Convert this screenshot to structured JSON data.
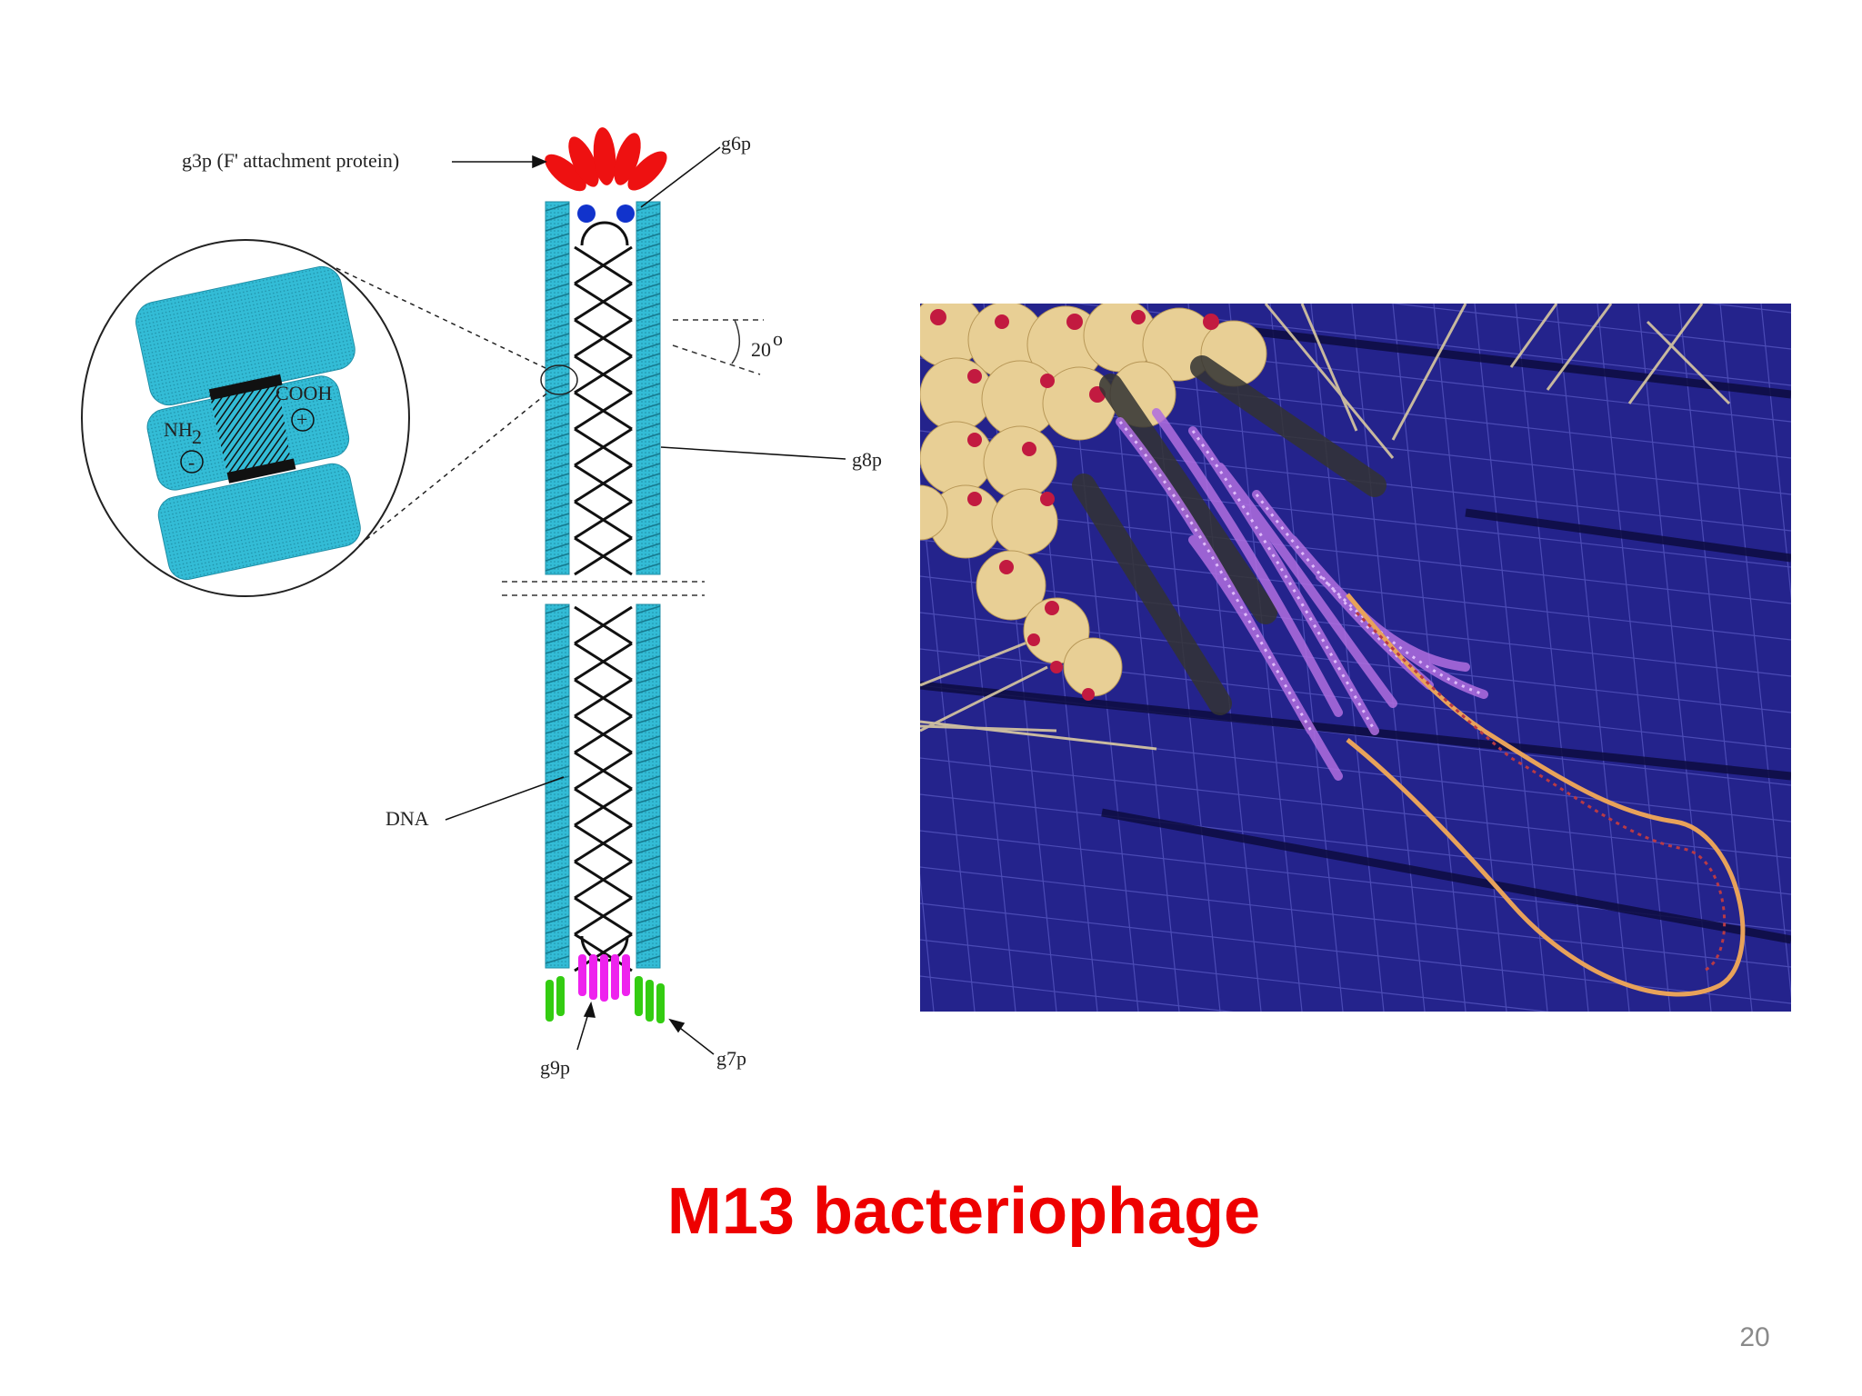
{
  "diagram": {
    "labels": {
      "g3p": "g3p (F' attachment protein)",
      "g6p": "g6p",
      "angle": "20",
      "angle_unit": "o",
      "g8p": "g8p",
      "dna": "DNA",
      "g9p": "g9p",
      "g7p": "g7p",
      "cooh": "COOH",
      "nh2": "NH",
      "nh2_sub": "2",
      "plus": "+",
      "minus": "-"
    }
  },
  "title": "M13 bacteriophage",
  "page_number": "20",
  "colors": {
    "coat_protein": "#33bcd6",
    "g3p": "#ee1111",
    "g6p": "#1133cc",
    "g9p": "#ee22ee",
    "g7p": "#33cc11",
    "title": "#ee0000",
    "photo_background": "#24238c"
  }
}
